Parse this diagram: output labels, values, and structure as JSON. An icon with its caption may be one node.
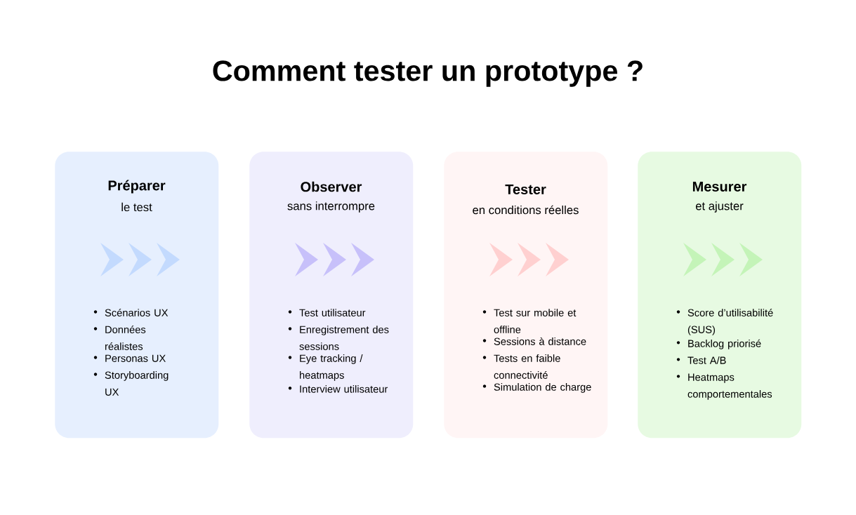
{
  "diagram": {
    "title": "Comment tester un prototype ?",
    "nodes": [
      {
        "text": [
          "Préparer",
          "le test",
          "Scénarios UX",
          "Données réalistes",
          "Personas UX",
          "Storyboarding UX"
        ]
      },
      {
        "text": [
          "Observer",
          "sans interrompre",
          "Test utilisateur",
          "Enregistrement des sessions",
          "Eye tracking / heatmaps",
          "Interview utilisateur"
        ]
      },
      {
        "text": [
          "Tester",
          "en conditions réelles",
          "Test sur mobile et offline",
          "Sessions à distance",
          "Tests en faible connectivité",
          "Simulation de charge"
        ]
      },
      {
        "text": [
          "Mesurer",
          "et ajuster",
          "Score d’utilisabilité (SUS)",
          "Backlog priorisé",
          "Test A/B",
          "Heatmaps comportementales"
        ]
      }
    ]
  }
}
